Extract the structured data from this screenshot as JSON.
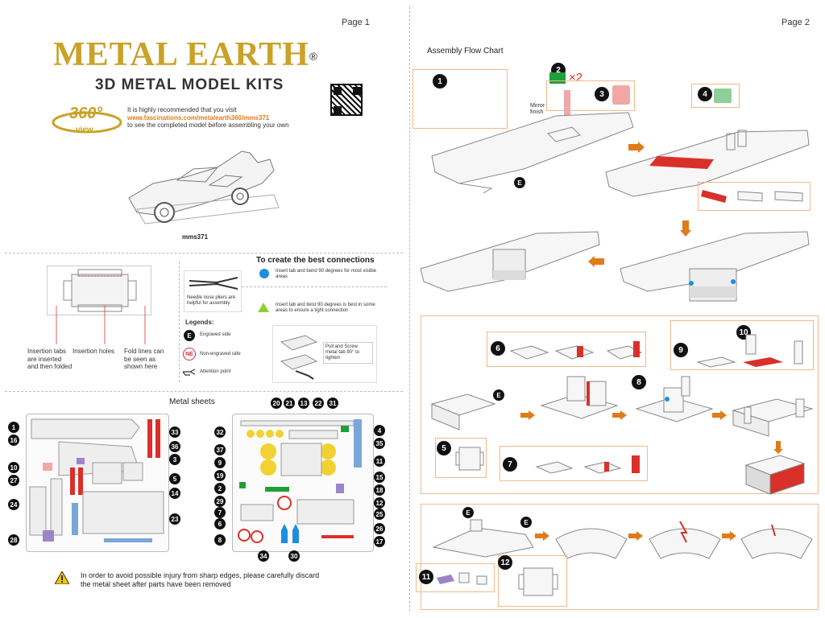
{
  "page1": {
    "page_label": "Page 1",
    "brand": "METAL EARTH",
    "brand_mark": "®",
    "tagline": "3D METAL MODEL KITS",
    "view_badge": {
      "big": "360°",
      "small": "view"
    },
    "recommend": {
      "line1": "It is highly recommended that you visit",
      "url_prefix": "www.fascinations.com/metalearth360/",
      "url_model": "mms371",
      "line3": "to see the completed model before assembling your own"
    },
    "model_caption": "mms371",
    "diagram_labels": {
      "tabs": "Insertion tabs are inserted and then folded",
      "holes": "Insertion holes",
      "fold": "Fold lines can be seen as shown here"
    },
    "connections": {
      "title": "To create the best connections",
      "bend": "Insert tab and bend 90 degrees for most visible areas",
      "twist": "Insert tab and twist 90 degrees is best in some areas to ensure a tight connection",
      "pliers": "Needle nose pliers are helpful for assembly",
      "legends_title": "Legends:",
      "engraved_badge": "E",
      "engraved": "Engraved side",
      "non_engraved_badge": "NE",
      "non_engraved": "Non-engraved side",
      "attention": "Attention point",
      "screw_note": "Pull and Screw metal tab 90° to tighten"
    },
    "sheets_title": "Metal sheets",
    "sheet1_left": [
      "1",
      "16",
      "10",
      "27",
      "24",
      "28"
    ],
    "sheet1_right": [
      "33",
      "36",
      "3",
      "5",
      "14",
      "23"
    ],
    "sheet2_top": [
      "20",
      "21",
      "13",
      "22",
      "31"
    ],
    "sheet2_left": [
      "32",
      "37",
      "9",
      "19",
      "2",
      "29",
      "7",
      "6",
      "8"
    ],
    "sheet2_right": [
      "4",
      "35",
      "11",
      "15",
      "18",
      "12",
      "25",
      "26",
      "17"
    ],
    "sheet2_bottom": [
      "34",
      "30"
    ],
    "warning": "In order to avoid possible injury from sharp edges, please carefully discard the metal sheet after parts have been removed"
  },
  "page2": {
    "page_label": "Page 2",
    "flow_title": "Assembly Flow Chart",
    "steps_top": {
      "s1": "1",
      "s2": "2",
      "s2_qty": "×2",
      "s3": "3",
      "s4": "4",
      "e": "E",
      "mirror": "Mirror finish"
    },
    "steps_mid": {
      "s5": "5",
      "s6": "6",
      "s7": "7",
      "s8": "8",
      "s9": "9",
      "s10": "10",
      "e": "E"
    },
    "steps_bottom": {
      "s11": "11",
      "s12": "12",
      "e1": "E",
      "e2": "E"
    }
  },
  "colors": {
    "gold": "#c9a227",
    "orange": "#e07b1a",
    "red_part": "#d9302a",
    "green_part": "#1f9e3a",
    "pink_part": "#f2a7a7",
    "blue_part": "#7aa8d6",
    "purple_part": "#9b85c9",
    "yellow_part": "#f2d230"
  }
}
